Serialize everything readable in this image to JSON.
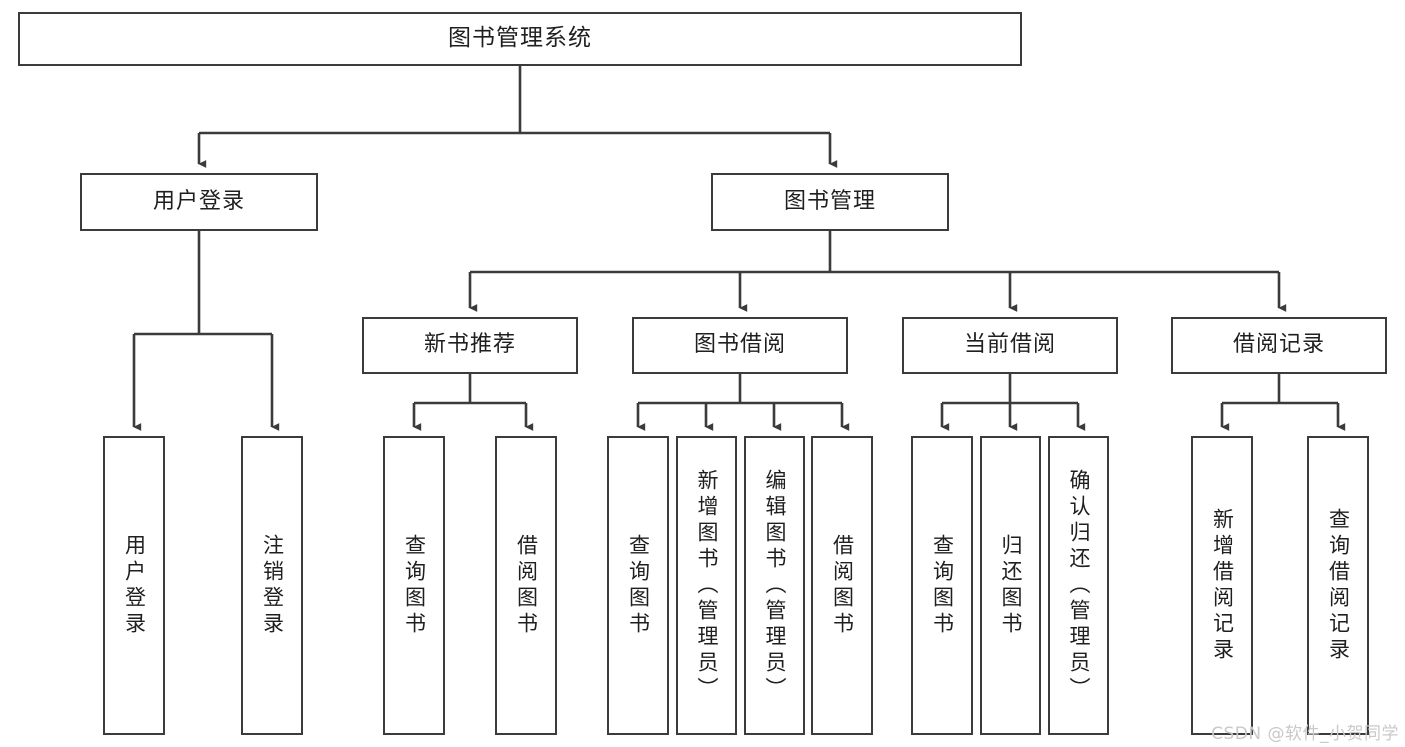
{
  "diagram": {
    "type": "tree",
    "title": "图书管理系统",
    "root": {
      "id": "root",
      "label": "图书管理系统"
    },
    "level2": [
      {
        "id": "user-login",
        "label": "用户登录"
      },
      {
        "id": "book-manage",
        "label": "图书管理"
      }
    ],
    "level3": [
      {
        "id": "new-book-rec",
        "label": "新书推荐",
        "parent": "book-manage"
      },
      {
        "id": "book-borrow",
        "label": "图书借阅",
        "parent": "book-manage"
      },
      {
        "id": "current-borrow",
        "label": "当前借阅",
        "parent": "book-manage"
      },
      {
        "id": "borrow-record",
        "label": "借阅记录",
        "parent": "book-manage"
      }
    ],
    "leaves": {
      "user_login": [
        {
          "id": "leaf-user-login",
          "label": "用户登录"
        },
        {
          "id": "leaf-logout",
          "label": "注销登录"
        }
      ],
      "new_book_rec": [
        {
          "id": "leaf-query-book-1",
          "label": "查询图书"
        },
        {
          "id": "leaf-borrow-book-1",
          "label": "借阅图书"
        }
      ],
      "book_borrow": [
        {
          "id": "leaf-query-book-2",
          "label": "查询图书"
        },
        {
          "id": "leaf-add-book",
          "label": "新增图书（管理员）"
        },
        {
          "id": "leaf-edit-book",
          "label": "编辑图书（管理员）"
        },
        {
          "id": "leaf-borrow-book-2",
          "label": "借阅图书"
        }
      ],
      "current_borrow": [
        {
          "id": "leaf-query-book-3",
          "label": "查询图书"
        },
        {
          "id": "leaf-return-book",
          "label": "归还图书"
        },
        {
          "id": "leaf-confirm-return",
          "label": "确认归还（管理员）"
        }
      ],
      "borrow_record": [
        {
          "id": "leaf-add-record",
          "label": "新增借阅记录"
        },
        {
          "id": "leaf-query-record",
          "label": "查询借阅记录"
        }
      ]
    },
    "colors": {
      "border": "#3b3b3b",
      "background": "#ffffff",
      "text": "#1f1f1f",
      "watermark": "#c9c9c9"
    }
  },
  "watermark": {
    "text": "CSDN @软件_小贺同学"
  }
}
